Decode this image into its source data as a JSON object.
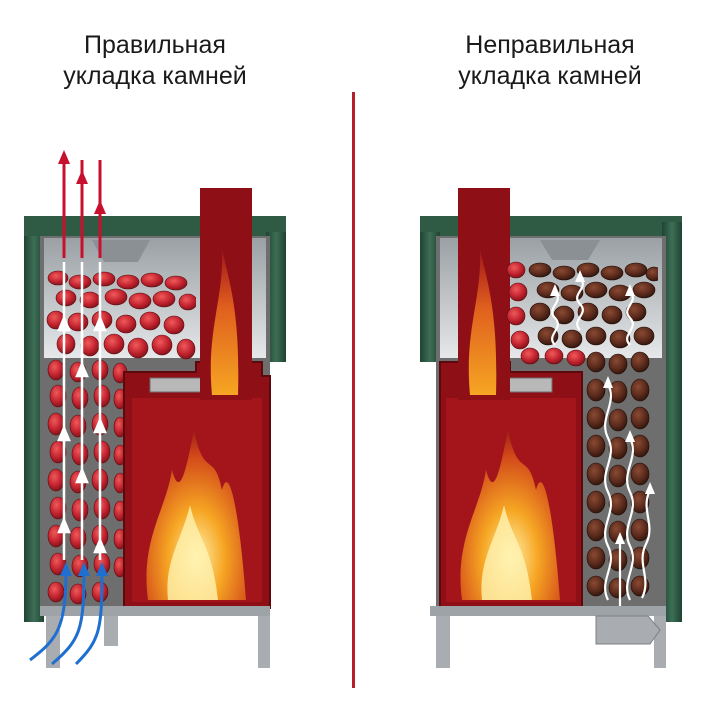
{
  "captions": {
    "correct": {
      "line1": "Правильная",
      "line2": "укладка камней"
    },
    "incorrect": {
      "line1": "Неправильная",
      "line2": "укладка камней"
    }
  },
  "colors": {
    "divider": "#b3202b",
    "marble": "#2f5a44",
    "stone_hot": "#c0222e",
    "stone_cold": "#5a2a1c",
    "firebox": "#8e1016",
    "flame": "#f6a623",
    "hot_air": "#c8102e",
    "cold_air": "#1f6fd1",
    "steel": "#a9adb1"
  },
  "icons": {
    "hot_air_arrow": "arrow-up-icon",
    "cold_air_arrow": "arrow-up-right-icon",
    "fire": "flame-icon",
    "convection": "squiggle-arrow-icon"
  }
}
